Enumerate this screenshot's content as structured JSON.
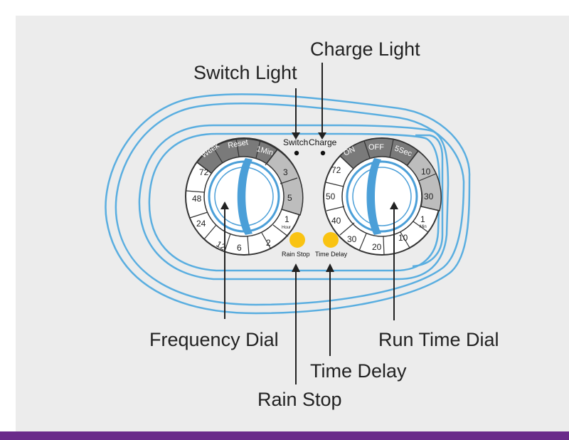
{
  "callouts": {
    "switch_light": "Switch Light",
    "charge_light": "Charge Light",
    "frequency_dial": "Frequency Dial",
    "run_time_dial": "Run Time Dial",
    "time_delay": "Time Delay",
    "rain_stop": "Rain Stop"
  },
  "panel": {
    "switch_label": "Switch",
    "charge_label": "Charge",
    "rain_stop_label": "Rain Stop",
    "time_delay_label": "Time Delay"
  },
  "frequency_dial": {
    "dark_labels": [
      "Week",
      "Reset",
      "1Min"
    ],
    "grey_labels": [
      "3",
      "5"
    ],
    "white_labels": [
      "1",
      "2",
      "6",
      "12",
      "24",
      "48",
      "72"
    ],
    "sub_label": "Hour"
  },
  "run_time_dial": {
    "dark_labels": [
      "ON",
      "OFF",
      "5Sec"
    ],
    "grey_labels": [
      "10",
      "30"
    ],
    "white_labels": [
      "1",
      "10",
      "20",
      "30",
      "40",
      "50",
      "72"
    ],
    "sub_label": "Min"
  },
  "colors": {
    "panel_bg": "#ececec",
    "outline_blue": "#5aaee0",
    "knob_blue": "#4b9fd8",
    "button_yellow": "#f9c312",
    "bottom_bar": "#6a2a8a"
  }
}
